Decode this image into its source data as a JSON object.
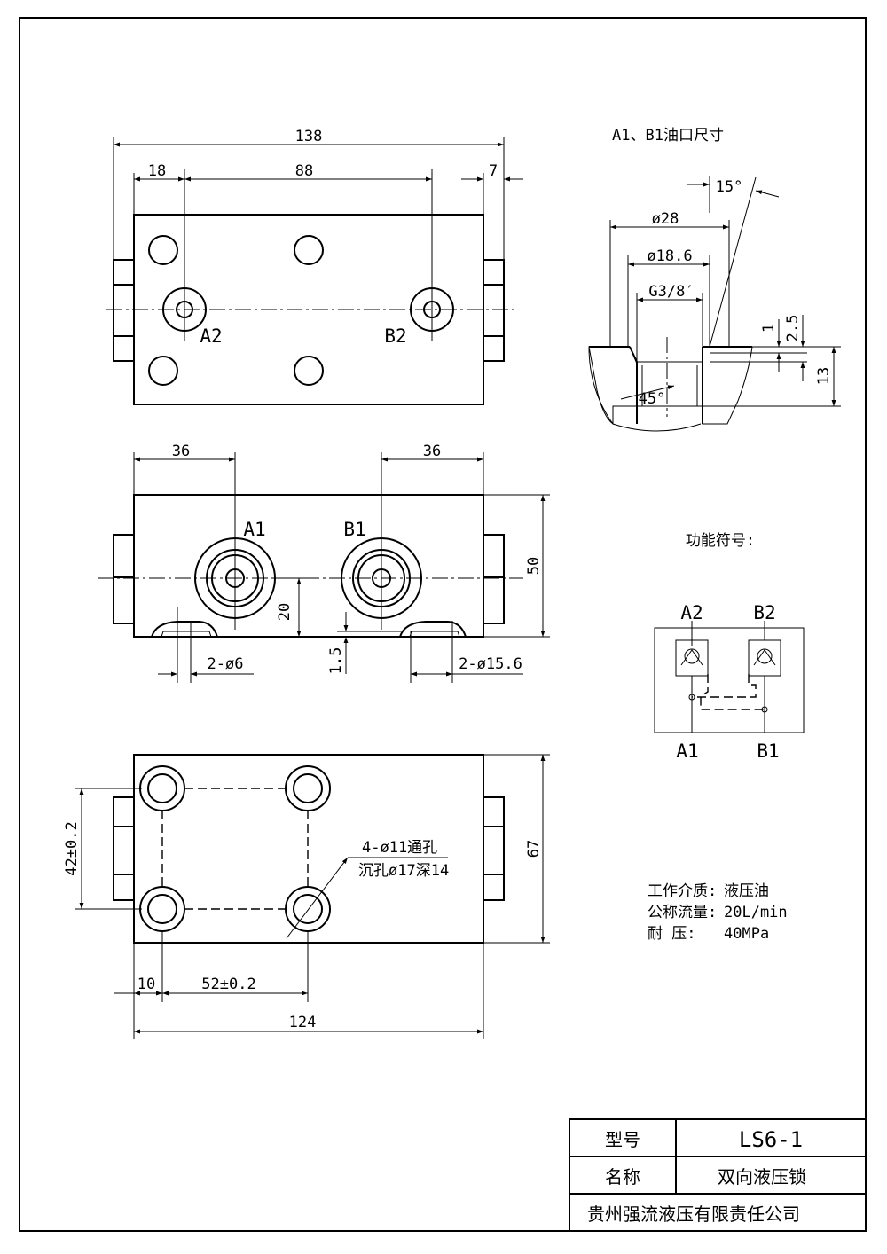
{
  "top_view": {
    "dim_total": "138",
    "dim_left": "18",
    "dim_center": "88",
    "dim_right": "7",
    "port_left": "A2",
    "port_right": "B2"
  },
  "front_view": {
    "dim_left": "36",
    "dim_right": "36",
    "port_left": "A1",
    "port_right": "B1",
    "dim_height": "50",
    "dim_port_height": "20",
    "dim_depth": "1.5",
    "dim_hole_small": "2-ø6",
    "dim_hole_large": "2-ø15.6"
  },
  "bottom_view": {
    "dim_vertical": "42±0.2",
    "dim_height": "67",
    "hole_note_1": "4-ø11通孔",
    "hole_note_2": "沉孔ø17深14",
    "dim_left": "10",
    "dim_spacing": "52±0.2",
    "dim_total": "124"
  },
  "port_detail": {
    "title": "A1、B1油口尺寸",
    "angle_top": "15°",
    "dia_outer": "ø28",
    "dia_mid": "ø18.6",
    "thread": "G3/8′",
    "depth_1": "1",
    "depth_2": "2.5",
    "depth_3": "13",
    "chamfer": "45°"
  },
  "symbol": {
    "title": "功能符号:",
    "top_left": "A2",
    "top_right": "B2",
    "bottom_left": "A1",
    "bottom_right": "B1"
  },
  "specs": [
    {
      "label": "工作介质:",
      "value": "液压油"
    },
    {
      "label": "公称流量:",
      "value": "20L/min"
    },
    {
      "label": "耐    压:",
      "value": "40MPa"
    }
  ],
  "title_block": {
    "model_label": "型号",
    "model_value": "LS6-1",
    "name_label": "名称",
    "name_value": "双向液压锁",
    "company": "贵州强流液压有限责任公司"
  }
}
